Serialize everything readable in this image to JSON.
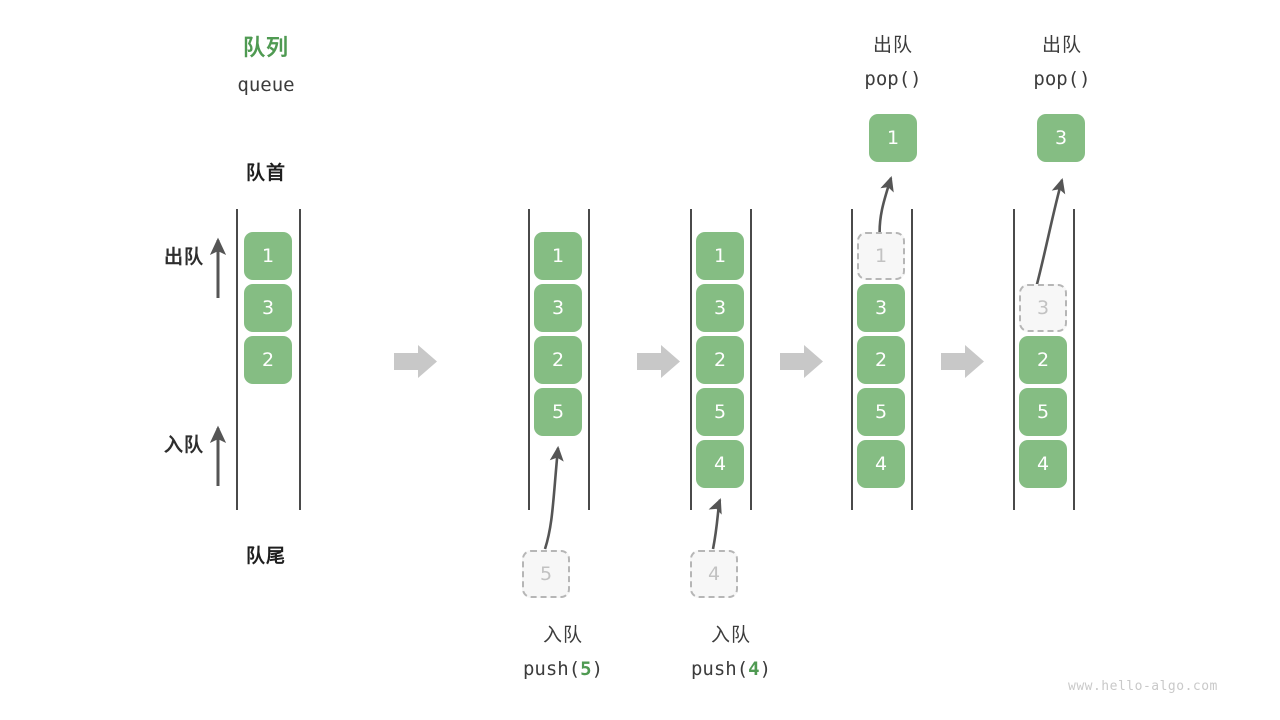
{
  "header": {
    "title_cn": "队列",
    "title_en": "queue",
    "title_color": "#4f9a52"
  },
  "endcaps": {
    "front_label": "队首",
    "rear_label": "队尾"
  },
  "side_ops": {
    "pop_label": "出队",
    "push_label": "入队"
  },
  "watermark": "www.hello-algo.com",
  "colors": {
    "cell_fill": "#85bd83",
    "cell_text": "#ffffff",
    "ghost_fill": "#f7f7f7",
    "ghost_border": "#b6b6b6",
    "ghost_text": "#c2c2c2",
    "rail": "#4a4a4a",
    "flow_arrow": "#c8c8c8",
    "motion_arrow": "#555555",
    "accent_green": "#4f9a52"
  },
  "steps": [
    {
      "id": "step-initial",
      "cells": [
        "1",
        "3",
        "2"
      ],
      "ghost_in_queue": null,
      "incoming": null,
      "popped": null,
      "caption_cn": null,
      "caption_code": null
    },
    {
      "id": "step-push-5",
      "cells": [
        "1",
        "3",
        "2",
        "5"
      ],
      "ghost_in_queue": null,
      "incoming": "5",
      "popped": null,
      "caption_cn": "入队",
      "caption_code": "push(",
      "caption_arg": "5",
      "caption_code_end": ")"
    },
    {
      "id": "step-push-4",
      "cells": [
        "1",
        "3",
        "2",
        "5",
        "4"
      ],
      "ghost_in_queue": null,
      "incoming": "4",
      "popped": null,
      "caption_cn": "入队",
      "caption_code": "push(",
      "caption_arg": "4",
      "caption_code_end": ")"
    },
    {
      "id": "step-pop-1",
      "cells": [
        "3",
        "2",
        "5",
        "4"
      ],
      "ghost_in_queue": "1",
      "incoming": null,
      "popped": "1",
      "caption_cn": "出队",
      "caption_code": "pop()"
    },
    {
      "id": "step-pop-3",
      "cells": [
        "2",
        "5",
        "4"
      ],
      "ghost_in_queue": "3",
      "incoming": null,
      "popped": "3",
      "caption_cn": "出队",
      "caption_code": "pop()"
    }
  ],
  "flow_arrows": [
    {
      "name": "flow-arrow-1"
    },
    {
      "name": "flow-arrow-2"
    },
    {
      "name": "flow-arrow-3"
    },
    {
      "name": "flow-arrow-4"
    }
  ]
}
